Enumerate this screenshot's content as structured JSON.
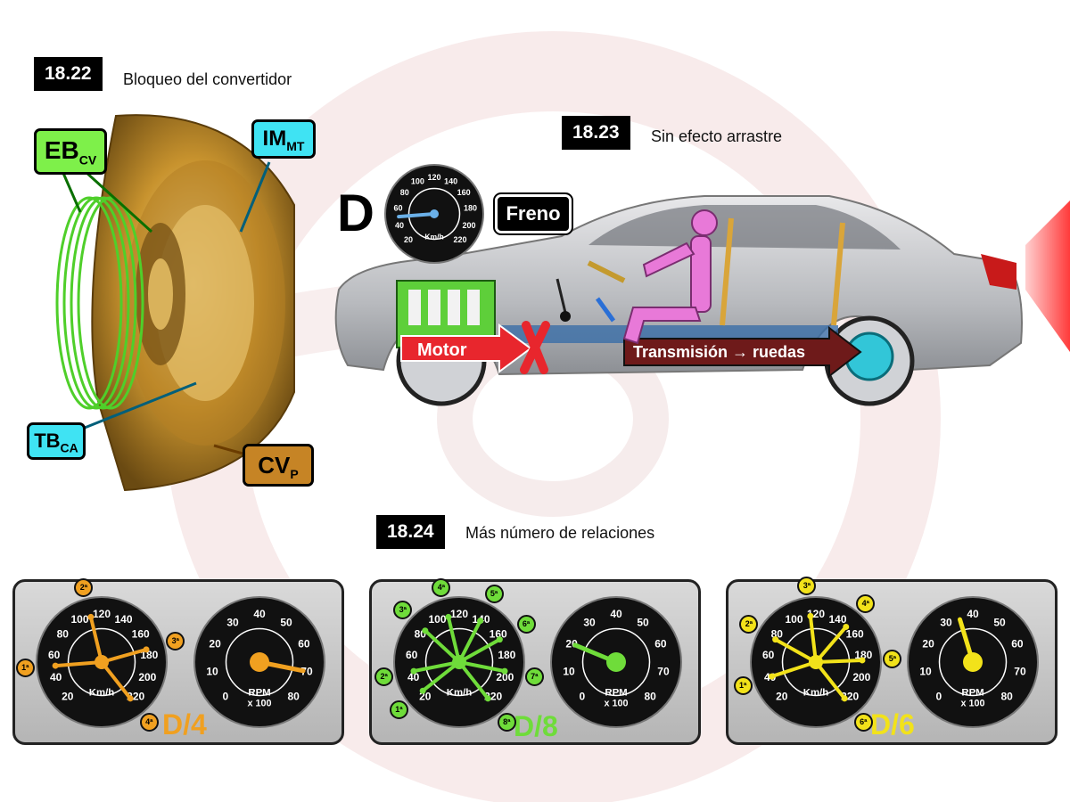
{
  "figures": {
    "fig1": {
      "number": "18.22",
      "title": "Bloqueo del convertidor"
    },
    "fig2": {
      "number": "18.23",
      "title": "Sin efecto arrastre"
    },
    "fig3": {
      "number": "18.24",
      "title": "Más número de relaciones"
    }
  },
  "converter_labels": {
    "eb": {
      "main": "EB",
      "sub": "CV"
    },
    "im": {
      "main": "IM",
      "sub": "MT"
    },
    "tb": {
      "main": "TB",
      "sub": "CA"
    },
    "cv": {
      "main": "CV",
      "sub": "P"
    }
  },
  "car": {
    "gear": "D",
    "brake_label": "Freno",
    "motor_label": "Motor",
    "transmission_label": "Transmisión → ruedas",
    "speed_value": 50
  },
  "speedo_ticks": [
    "20",
    "40",
    "60",
    "80",
    "100",
    "120",
    "140",
    "160",
    "180",
    "200",
    "220"
  ],
  "speedo_unit": "Km/h",
  "rpm_ticks": [
    "0",
    "10",
    "20",
    "30",
    "40",
    "50",
    "60",
    "70",
    "80"
  ],
  "rpm_unit": "RPM",
  "rpm_unit2": "x 100",
  "panels": [
    {
      "label": "D/4",
      "color": "#f0a020",
      "gears": [
        "1ª",
        "2ª",
        "3ª",
        "4ª"
      ],
      "speeds": [
        50,
        110,
        175,
        225
      ],
      "rpm": 70
    },
    {
      "label": "D/8",
      "color": "#6fdc3a",
      "gears": [
        "1ª",
        "2ª",
        "3ª",
        "4ª",
        "5ª",
        "6ª",
        "7ª",
        "8ª"
      ],
      "speeds": [
        25,
        45,
        85,
        110,
        140,
        165,
        195,
        225
      ],
      "rpm": 20
    },
    {
      "label": "D/6",
      "color": "#f2e21a",
      "gears": [
        "1ª",
        "2ª",
        "3ª",
        "4ª",
        "5ª",
        "6ª"
      ],
      "speeds": [
        40,
        75,
        115,
        150,
        185,
        225
      ],
      "rpm": 35
    }
  ]
}
